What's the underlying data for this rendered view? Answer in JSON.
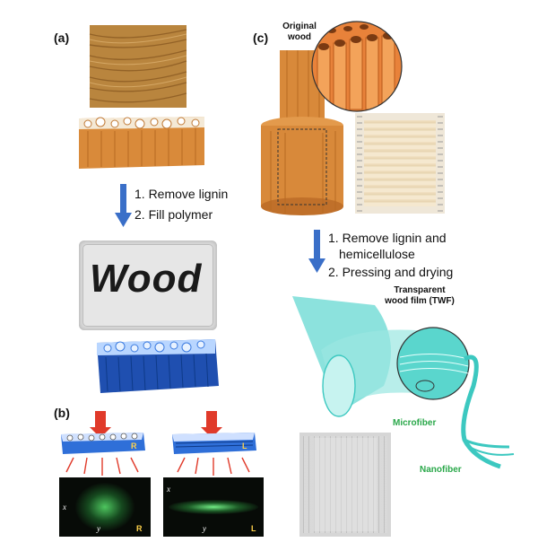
{
  "panel_a": {
    "label": "(a)",
    "step1": "1. Remove lignin",
    "step2": "2. Fill polymer",
    "photo_word": "Wood"
  },
  "panel_b": {
    "label": "(b)",
    "left_direction": "R",
    "right_direction": "L",
    "axis_x": "x",
    "axis_y": "y"
  },
  "panel_c": {
    "label": "(c)",
    "original_wood": "Original\nwood",
    "step1": "1. Remove lignin and",
    "step1b": "hemicellulose",
    "step2": "2. Pressing and drying",
    "twf_label": "Transparent\nwood film (TWF)",
    "microfiber": "Microfiber",
    "nanofiber": "Nanofiber"
  },
  "colors": {
    "arrow_blue": "#3a6fc8",
    "wood_orange": "#d98a3a",
    "polymer_blue": "#2f6fd8",
    "fiber_cyan": "#3cc8c0",
    "label_green": "#2aa84a"
  }
}
